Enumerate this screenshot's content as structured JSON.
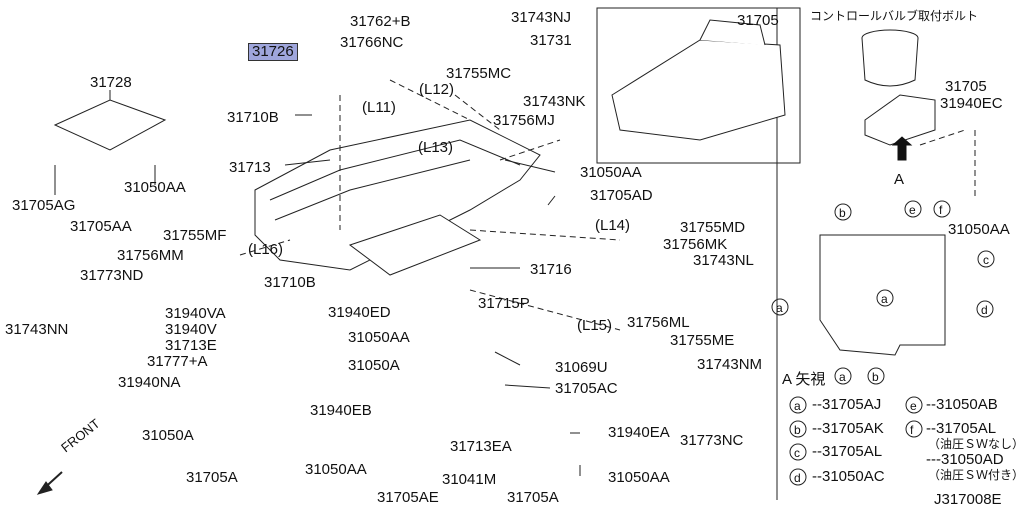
{
  "diagram_code": "J317008E",
  "inset_title": "コントロールバルブ取付ボルト",
  "view_label": "A 矢視",
  "arrow_label": "A",
  "front_label": "FRONT",
  "highlighted_part": "31726",
  "parts": {
    "p31728": "31728",
    "p31705AG": "31705AG",
    "p31050AA_a": "31050AA",
    "p31705AA": "31705AA",
    "p31762B": "31762+B",
    "p31766NC": "31766NC",
    "p31743NJ": "31743NJ",
    "p31731": "31731",
    "p31710B_a": "31710B",
    "p31755MC": "31755MC",
    "p31743NK": "31743NK",
    "p31756MJ": "31756MJ",
    "p31713": "31713",
    "p31050AA_b": "31050AA",
    "p31705AD": "31705AD",
    "p31755MF": "31755MF",
    "p31756MM": "31756MM",
    "p31773ND": "31773ND",
    "p31743NN": "31743NN",
    "p31710B_b": "31710B",
    "p31716": "31716",
    "p31755MD": "31755MD",
    "p31756MK": "31756MK",
    "p31743NL": "31743NL",
    "p31940VA": "31940VA",
    "p31940V": "31940V",
    "p31713E": "31713E",
    "p31777A": "31777+A",
    "p31940NA": "31940NA",
    "p31940ED": "31940ED",
    "p31715P": "31715P",
    "p31050AA_c": "31050AA",
    "p31050A_a": "31050A",
    "p31069U": "31069U",
    "p31705AC": "31705AC",
    "p31756ML": "31756ML",
    "p31755ME": "31755ME",
    "p31743NM": "31743NM",
    "p31940EB": "31940EB",
    "p31713EA": "31713EA",
    "p31940EA": "31940EA",
    "p31773NC": "31773NC",
    "p31050A_b": "31050A",
    "p31050AA_d": "31050AA",
    "p31041M": "31041M",
    "p31050AA_e": "31050AA",
    "p31705A_a": "31705A",
    "p31705AE": "31705AE",
    "p31705A_b": "31705A",
    "p31705_top": "31705",
    "p31705_inset": "31705",
    "p31940EC": "31940EC",
    "p31050AA_f": "31050AA"
  },
  "routes": {
    "L11": "(L11)",
    "L12": "(L12)",
    "L13": "(L13)",
    "L14": "(L14)",
    "L15": "(L15)",
    "L16": "(L16)"
  },
  "callouts": {
    "a": "a",
    "b": "b",
    "c": "c",
    "d": "d",
    "e": "e",
    "f": "f"
  },
  "legend": [
    {
      "key": "a",
      "part": "31705AJ"
    },
    {
      "key": "b",
      "part": "31705AK"
    },
    {
      "key": "c",
      "part": "31705AL"
    },
    {
      "key": "d",
      "part": "31050AC"
    },
    {
      "key": "e",
      "part": "31050AB"
    },
    {
      "key": "f",
      "part": "31705AL",
      "note": "（油圧ＳＷなし）"
    },
    {
      "key": "f2",
      "part": "31050AD",
      "note": "（油圧ＳＷ付き）"
    }
  ]
}
